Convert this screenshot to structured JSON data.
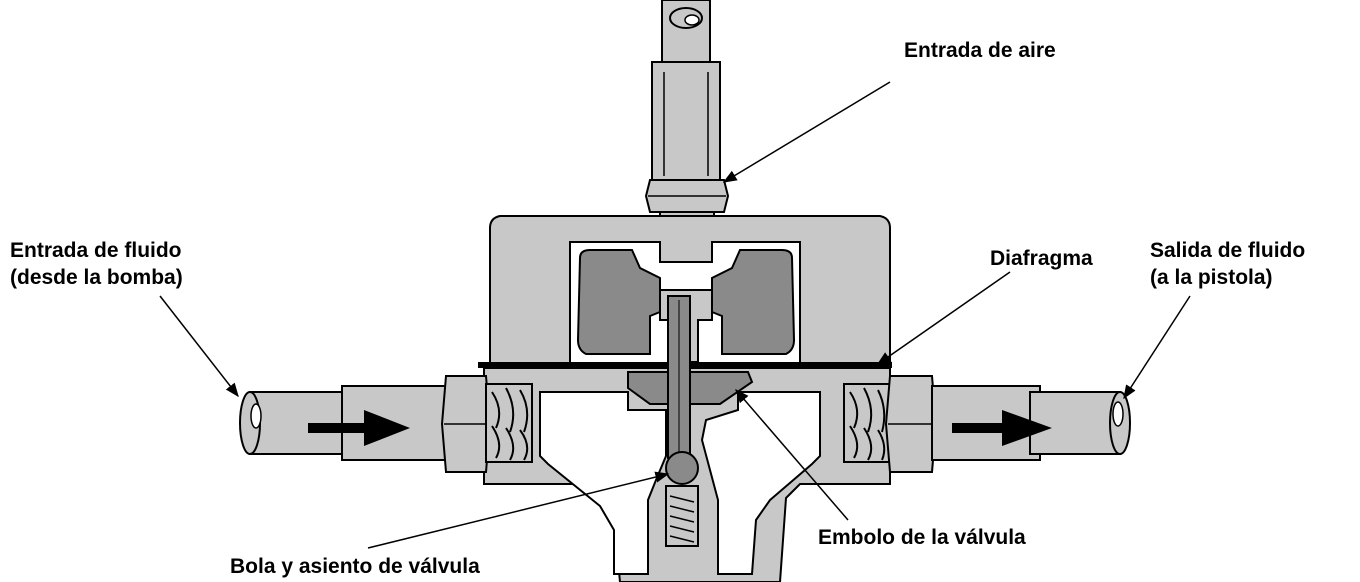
{
  "labels": {
    "air_inlet": "Entrada de aire",
    "fluid_inlet_line1": "Entrada de fluido",
    "fluid_inlet_line2": "(desde la bomba)",
    "diaphragm": "Diafragma",
    "fluid_outlet_line1": "Salida de fluido",
    "fluid_outlet_line2": "(a la pistola)",
    "valve_plunger": "Embolo de la válvula",
    "ball_and_seat": "Bola y asiento de válvula"
  },
  "colors": {
    "body_fill": "#c8c8c8",
    "dark_fill": "#8a8a8a",
    "line": "#000000",
    "background": "#ffffff"
  }
}
